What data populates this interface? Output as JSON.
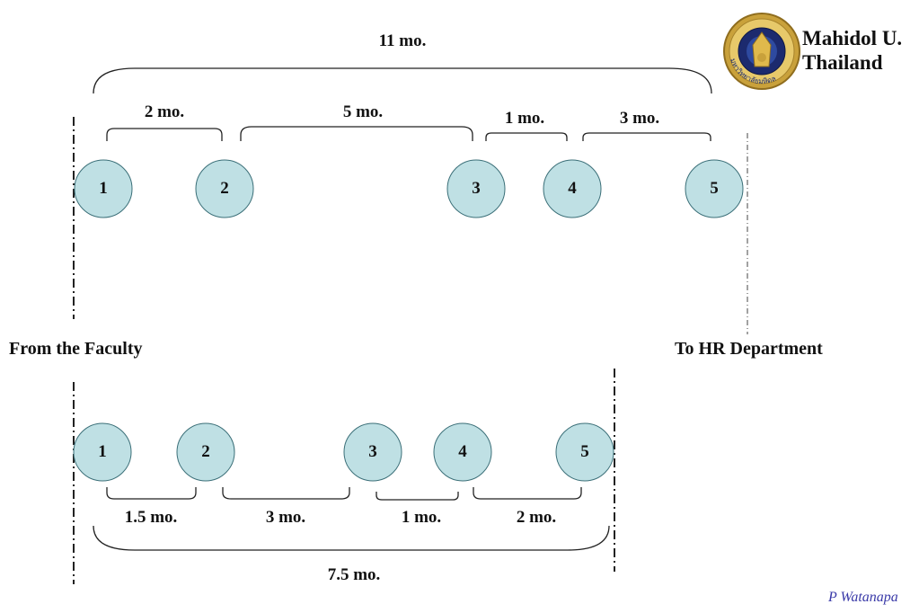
{
  "header": {
    "institution_line1": "Mahidol U.",
    "institution_line2": "Thailand",
    "logo": {
      "icon": "university-seal-icon",
      "text": "มหาวิทยาลัยมหิดล",
      "colors": {
        "ring": "#c9a13b",
        "center": "#1c2a6e"
      }
    }
  },
  "side_labels": {
    "left": "From the Faculty",
    "right": "To HR Department"
  },
  "top_process": {
    "total_label": "11 mo.",
    "steps": [
      "1",
      "2",
      "3",
      "4",
      "5"
    ],
    "intervals": [
      "2 mo.",
      "5 mo.",
      "1 mo.",
      "3 mo."
    ]
  },
  "bottom_process": {
    "total_label": "7.5 mo.",
    "steps": [
      "1",
      "2",
      "3",
      "4",
      "5"
    ],
    "intervals": [
      "1.5 mo.",
      "3 mo.",
      "1 mo.",
      "2 mo."
    ]
  },
  "footer": {
    "credit": "P Watanapa"
  },
  "colors": {
    "node_fill": "#bfe0e4",
    "node_stroke": "#3b6f78",
    "line": "#222222",
    "credit": "#3a3aa8"
  }
}
